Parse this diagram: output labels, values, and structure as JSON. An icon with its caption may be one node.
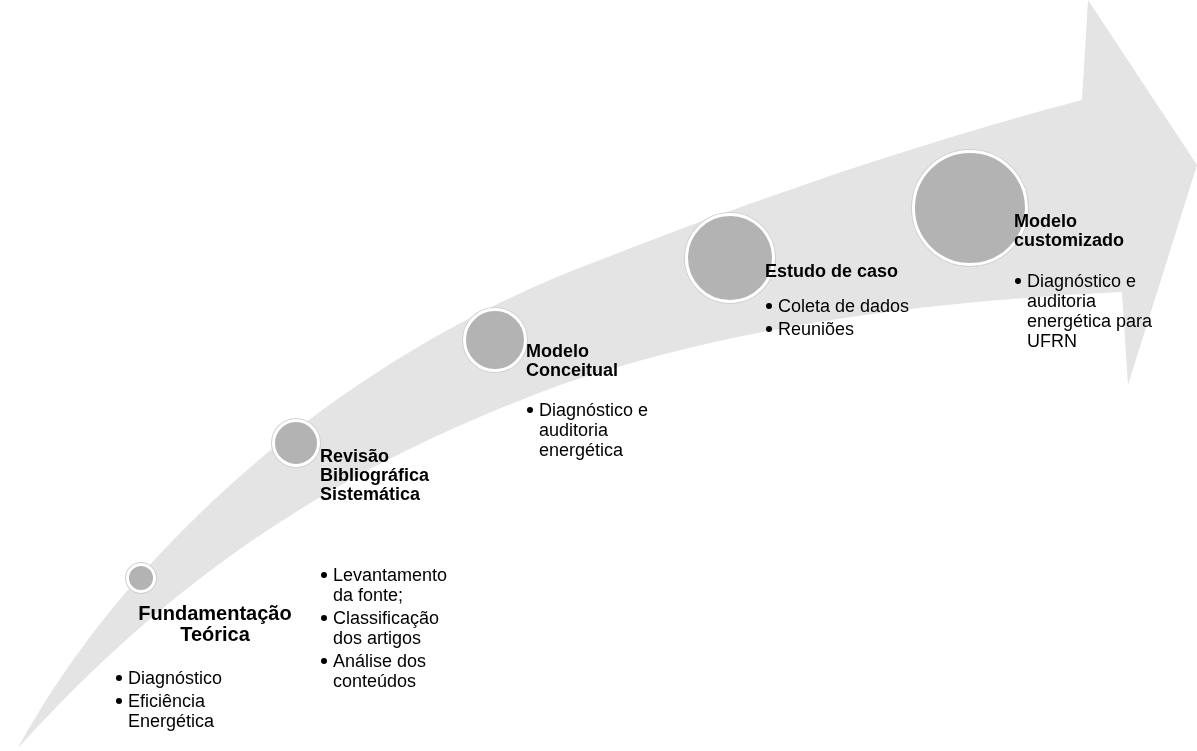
{
  "diagram": {
    "nodes": [
      {
        "text": [
          "Fundamentação Teórica",
          "Diagnóstico",
          "Eficiência Energética"
        ]
      },
      {
        "text": [
          "Revisão Bibliográfica Sistemática",
          "Levantamento da fonte;",
          "Classificação dos artigos",
          "Análise dos conteúdos"
        ]
      },
      {
        "text": [
          "Modelo Conceitual",
          "Diagnóstico e auditoria energética"
        ]
      },
      {
        "text": [
          "Estudo de caso",
          "Coleta de dados",
          "Reuniões"
        ]
      },
      {
        "text": [
          "Modelo customizado",
          "Diagnóstico e auditoria energética para UFRN"
        ]
      }
    ]
  }
}
